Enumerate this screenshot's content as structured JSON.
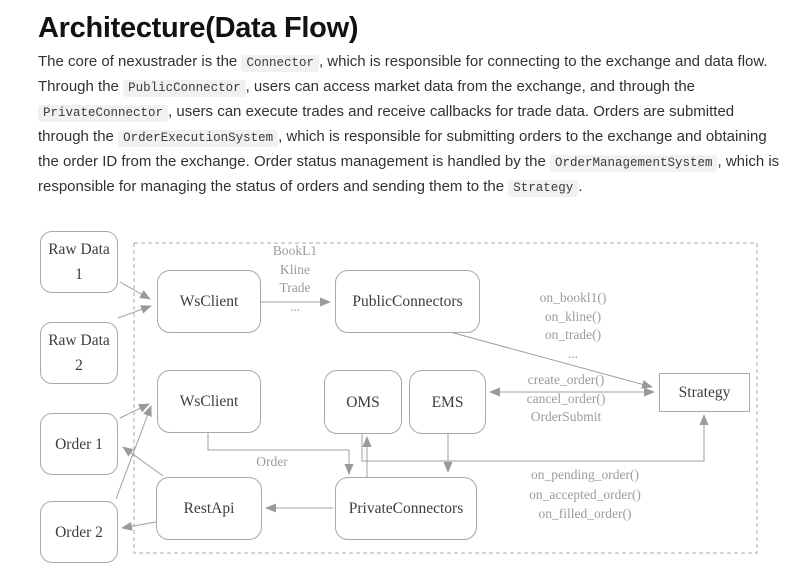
{
  "page": {
    "title": "Architecture(Data Flow)"
  },
  "paragraph": {
    "segments": [
      "The core of nexustrader is the ",
      ", which is responsible for connecting to the exchange and data flow. Through the ",
      ", users can access market data from the exchange, and through the ",
      ", users can execute trades and receive callbacks for trade data. Orders are submitted through the ",
      ", which is responsible for submitting orders to the exchange and obtaining the order ID from the exchange. Order status management is handled by the ",
      ", which is responsible for managing the status of orders and sending them to the ",
      "."
    ],
    "codes": [
      "Connector",
      "PublicConnector",
      "PrivateConnector",
      "OrderExecutionSystem",
      "OrderManagementSystem",
      "Strategy"
    ]
  },
  "diagram": {
    "nodes": {
      "raw_data_1": "Raw Data 1",
      "raw_data_2": "Raw Data 2",
      "order_1": "Order 1",
      "order_2": "Order 2",
      "ws_client_1": "WsClient",
      "public_connectors": "PublicConnectors",
      "ws_client_2": "WsClient",
      "oms": "OMS",
      "ems": "EMS",
      "strategy": "Strategy",
      "rest_api": "RestApi",
      "private_connectors": "PrivateConnectors"
    },
    "edge_labels": {
      "ws_to_public": [
        "BookL1",
        "Kline",
        "Trade",
        "..."
      ],
      "public_to_strategy": [
        "on_bookl1()",
        "on_kline()",
        "on_trade()",
        "..."
      ],
      "strategy_to_ems": [
        "create_order()",
        "cancel_order()",
        "OrderSubmit"
      ],
      "ws2_to_private": "Order",
      "oms_to_strategy": [
        "on_pending_order()",
        "on_accepted_order()",
        "on_filled_order()"
      ]
    },
    "colors": {
      "line": "#9f9f9f",
      "border": "#a8a8a8",
      "label": "#9b9b9b",
      "node_text": "#3d3d3d"
    }
  }
}
